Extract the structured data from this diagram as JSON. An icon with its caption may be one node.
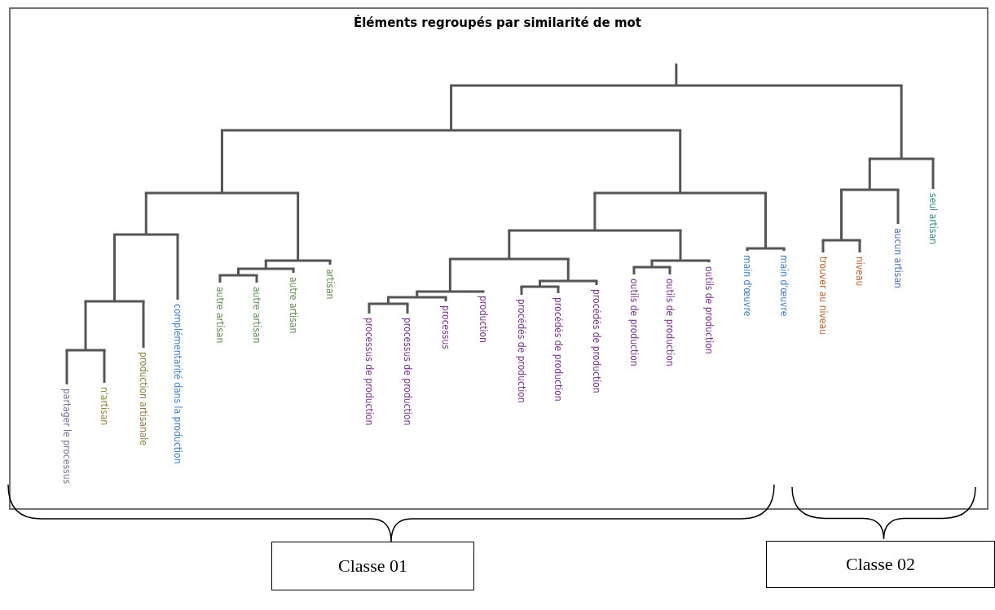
{
  "diagram": {
    "title": "Éléments regroupés par similarité de mot",
    "nodes": [
      {
        "text": [
          "Classe 01"
        ]
      },
      {
        "text": [
          "Classe 02"
        ]
      }
    ],
    "labels": [
      "partager le processus",
      "n'artisan",
      "production artisanale",
      "complémentarité dans la production",
      "autre artisan",
      "autre artisan",
      "autre artisan",
      "artisan",
      "processus de production",
      "processus de production",
      "processus",
      "production",
      "procédés de production",
      "procédés de production",
      "procédés de production",
      "outils de production",
      "outils de production",
      "outils de production",
      "main d'œuvre",
      "main d'œuvre",
      "trouver au niveau",
      "niveau",
      "aucun artisan",
      "seul artisan"
    ]
  }
}
